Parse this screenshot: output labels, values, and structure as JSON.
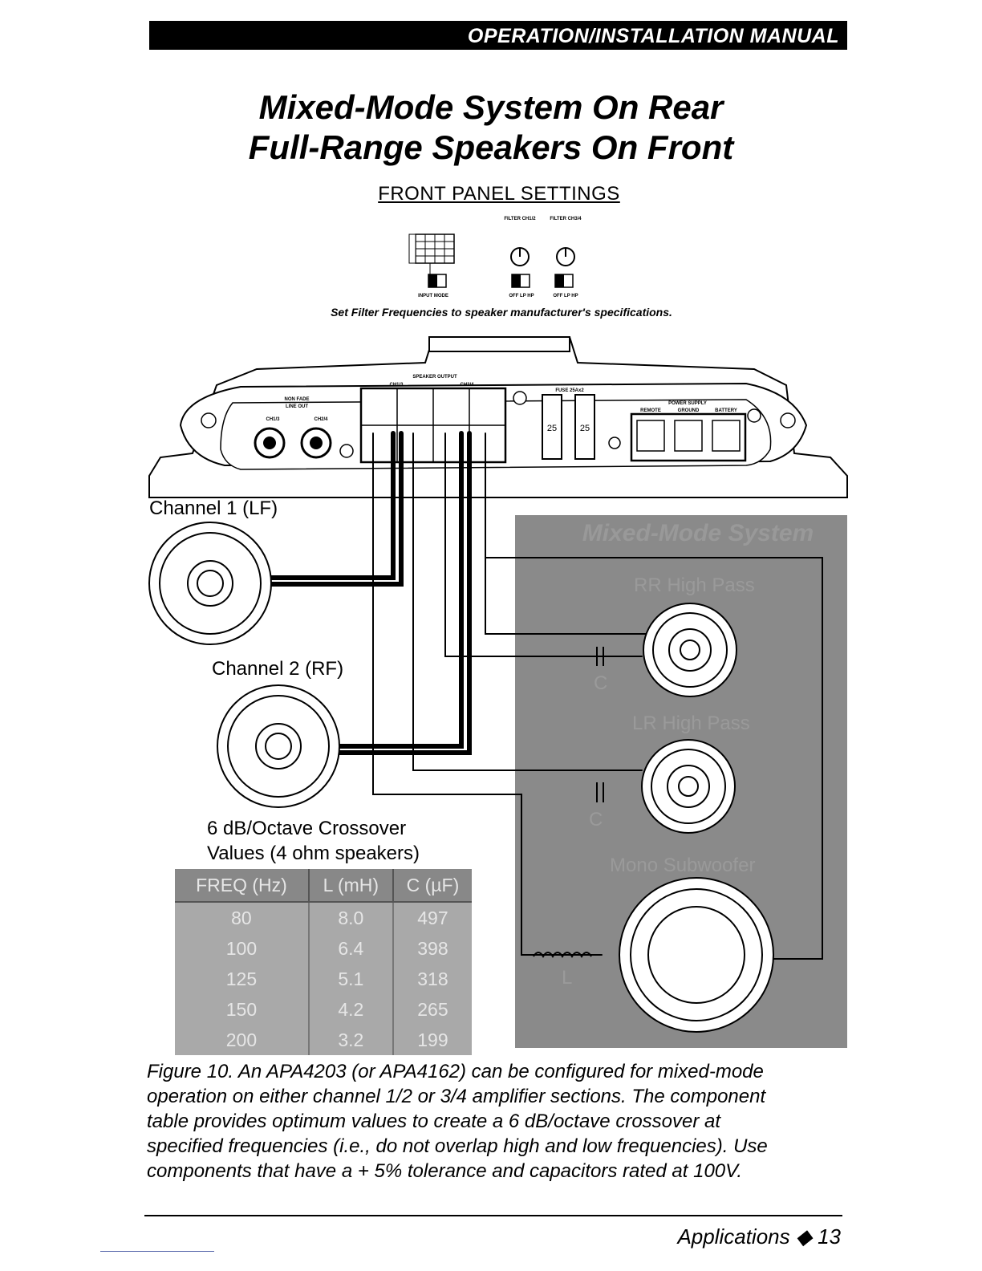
{
  "header": {
    "banner": "OPERATION/INSTALLATION MANUAL"
  },
  "title": {
    "line1": "Mixed-Mode System On Rear",
    "line2": "Full-Range Speakers On Front"
  },
  "front_panel": {
    "heading": "FRONT PANEL SETTINGS",
    "filter1": "FILTER\nCH1/2",
    "filter2": "FILTER\nCH3/4",
    "input_mode": "INPUT MODE",
    "switch_labels": "OFF LP HP",
    "note": "Set Filter Frequencies to speaker manufacturer's specifications."
  },
  "amplifier": {
    "speaker_output": "SPEAKER OUTPUT",
    "ch13": "CH1/3",
    "ch24": "CH2/4",
    "nonfade": "NON FADE",
    "line_out": "LINE OUT",
    "line_ch13": "CH1/3",
    "line_ch24": "CH2/4",
    "fuse": "FUSE 25Ax2",
    "fuse_value": "25",
    "power_supply": "POWER SUPPLY",
    "remote": "REMOTE",
    "ground": "GROUND",
    "battery": "BATTERY"
  },
  "speakers": {
    "ch1": "Channel 1 (LF)",
    "ch2": "Channel 2 (RF)"
  },
  "mixed_mode": {
    "title": "Mixed-Mode System",
    "rr": "RR High Pass",
    "lr": "LR High Pass",
    "sub": "Mono Subwoofer",
    "cap": "C",
    "ind": "L"
  },
  "crossover": {
    "line1": "6 dB/Octave Crossover",
    "line2": "Values (4 ohm speakers)",
    "headers": [
      "FREQ (Hz)",
      "L (mH)",
      "C (µF)"
    ],
    "rows": [
      [
        "80",
        "8.0",
        "497"
      ],
      [
        "100",
        "6.4",
        "398"
      ],
      [
        "125",
        "5.1",
        "318"
      ],
      [
        "150",
        "4.2",
        "265"
      ],
      [
        "200",
        "3.2",
        "199"
      ]
    ]
  },
  "caption": {
    "line1": "Figure 10. An APA4203 (or APA4162) can be configured for mixed-mode",
    "line2": "operation on either channel 1/2 or 3/4 amplifier sections. The component",
    "line3": "table provides optimum values to create a 6 dB/octave crossover at",
    "line4": "specified frequencies (i.e., do not overlap high and low frequencies). Use",
    "line5": "components that have a + 5% tolerance and capacitors rated at 100V."
  },
  "footer": {
    "text": "Applications ◆ 13"
  }
}
